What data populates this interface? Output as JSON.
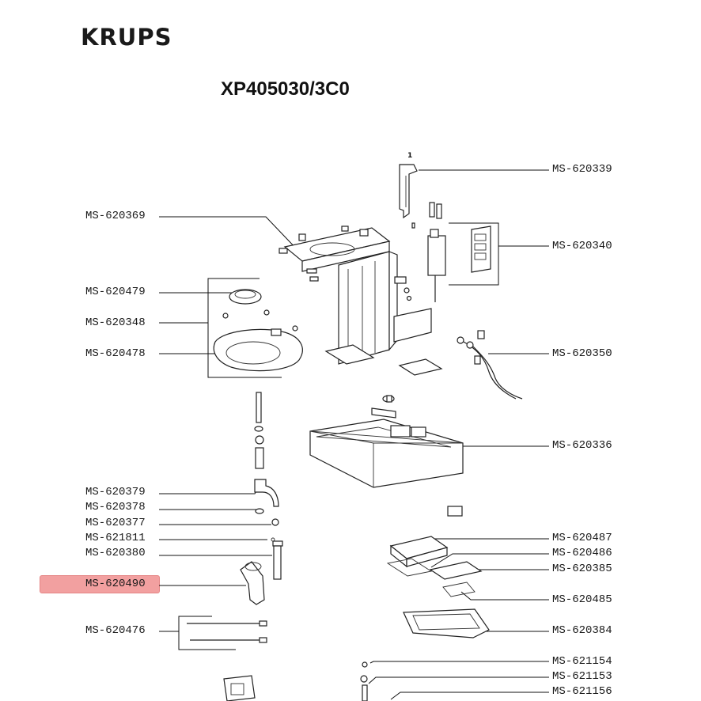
{
  "brand": "KRUPS",
  "model": "XP405030/3C0",
  "callout": "1",
  "highlight_color": "#f2a0a0",
  "labels_left": [
    {
      "code": "MS-620369"
    },
    {
      "code": "MS-620479"
    },
    {
      "code": "MS-620348"
    },
    {
      "code": "MS-620478"
    },
    {
      "code": "MS-620379"
    },
    {
      "code": "MS-620378"
    },
    {
      "code": "MS-620377"
    },
    {
      "code": "MS-621811"
    },
    {
      "code": "MS-620380"
    },
    {
      "code": "MS-620490",
      "highlighted": true
    },
    {
      "code": "MS-620476"
    }
  ],
  "labels_right": [
    {
      "code": "MS-620339"
    },
    {
      "code": "MS-620340"
    },
    {
      "code": "MS-620350"
    },
    {
      "code": "MS-620336"
    },
    {
      "code": "MS-620487"
    },
    {
      "code": "MS-620486"
    },
    {
      "code": "MS-620385"
    },
    {
      "code": "MS-620485"
    },
    {
      "code": "MS-620384"
    },
    {
      "code": "MS-621154"
    },
    {
      "code": "MS-621153"
    },
    {
      "code": "MS-621156"
    }
  ]
}
